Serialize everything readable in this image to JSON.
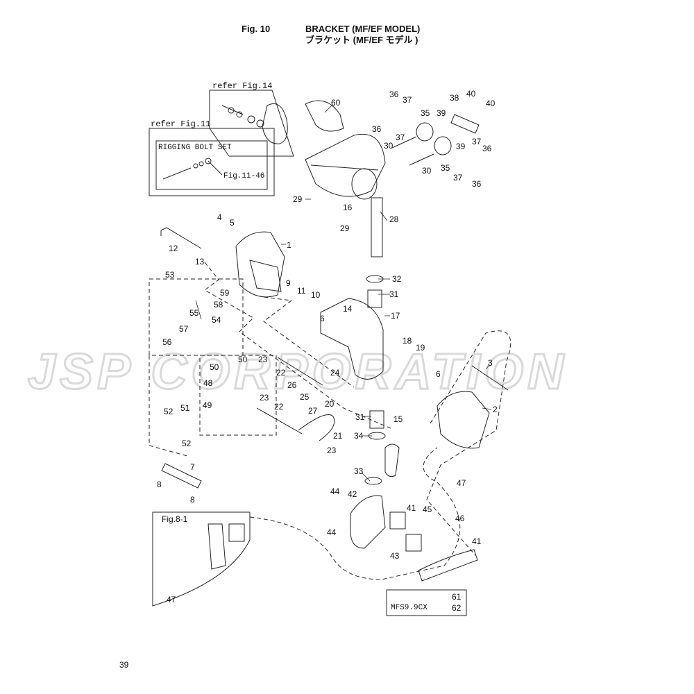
{
  "header": {
    "fig_label": "Fig. 10",
    "title": "BRACKET (MF/EF MODEL)",
    "title_jp": "ブラケット (MF/EF モデル )"
  },
  "watermark": "JSP CORPORATION",
  "page_number": "39",
  "references": {
    "fig14": "refer Fig.14",
    "fig11": "refer Fig.11",
    "rigging": "RIGGING BOLT SET",
    "fig11_46": "Fig.11-46",
    "fig8_1": "Fig.8-1",
    "variant": "MFS9.9CX"
  },
  "callouts": [
    {
      "id": "60",
      "text": "60"
    },
    {
      "id": "36a",
      "text": "36"
    },
    {
      "id": "37a",
      "text": "37"
    },
    {
      "id": "38",
      "text": "38"
    },
    {
      "id": "40a",
      "text": "40"
    },
    {
      "id": "40b",
      "text": "40"
    },
    {
      "id": "36b",
      "text": "36"
    },
    {
      "id": "35a",
      "text": "35"
    },
    {
      "id": "39a",
      "text": "39"
    },
    {
      "id": "37b",
      "text": "37"
    },
    {
      "id": "30a",
      "text": "30"
    },
    {
      "id": "39b",
      "text": "39"
    },
    {
      "id": "37c",
      "text": "37"
    },
    {
      "id": "36c",
      "text": "36"
    },
    {
      "id": "30b",
      "text": "30"
    },
    {
      "id": "35b",
      "text": "35"
    },
    {
      "id": "37d",
      "text": "37"
    },
    {
      "id": "36d",
      "text": "36"
    },
    {
      "id": "29a",
      "text": "29"
    },
    {
      "id": "16",
      "text": "16"
    },
    {
      "id": "29b",
      "text": "29"
    },
    {
      "id": "28",
      "text": "28"
    },
    {
      "id": "4",
      "text": "4"
    },
    {
      "id": "5",
      "text": "5"
    },
    {
      "id": "1",
      "text": "1"
    },
    {
      "id": "12",
      "text": "12"
    },
    {
      "id": "13",
      "text": "13"
    },
    {
      "id": "9",
      "text": "9"
    },
    {
      "id": "11",
      "text": "11"
    },
    {
      "id": "10",
      "text": "10"
    },
    {
      "id": "32",
      "text": "32"
    },
    {
      "id": "31a",
      "text": "31"
    },
    {
      "id": "53",
      "text": "53"
    },
    {
      "id": "59",
      "text": "59"
    },
    {
      "id": "58",
      "text": "58"
    },
    {
      "id": "55",
      "text": "55"
    },
    {
      "id": "54",
      "text": "54"
    },
    {
      "id": "57",
      "text": "57"
    },
    {
      "id": "56",
      "text": "56"
    },
    {
      "id": "14",
      "text": "14"
    },
    {
      "id": "17",
      "text": "17"
    },
    {
      "id": "6a",
      "text": "6"
    },
    {
      "id": "18",
      "text": "18"
    },
    {
      "id": "19",
      "text": "19"
    },
    {
      "id": "3",
      "text": "3"
    },
    {
      "id": "50a",
      "text": "50"
    },
    {
      "id": "50b",
      "text": "50"
    },
    {
      "id": "23a",
      "text": "23"
    },
    {
      "id": "22a",
      "text": "22"
    },
    {
      "id": "24",
      "text": "24"
    },
    {
      "id": "6b",
      "text": "6"
    },
    {
      "id": "48",
      "text": "48"
    },
    {
      "id": "26",
      "text": "26"
    },
    {
      "id": "25",
      "text": "25"
    },
    {
      "id": "49",
      "text": "49"
    },
    {
      "id": "23b",
      "text": "23"
    },
    {
      "id": "22b",
      "text": "22"
    },
    {
      "id": "27",
      "text": "27"
    },
    {
      "id": "20",
      "text": "20"
    },
    {
      "id": "2",
      "text": "2"
    },
    {
      "id": "15",
      "text": "15"
    },
    {
      "id": "51",
      "text": "51"
    },
    {
      "id": "52a",
      "text": "52"
    },
    {
      "id": "31b",
      "text": "31"
    },
    {
      "id": "52b",
      "text": "52"
    },
    {
      "id": "21",
      "text": "21"
    },
    {
      "id": "34",
      "text": "34"
    },
    {
      "id": "23c",
      "text": "23"
    },
    {
      "id": "7",
      "text": "7"
    },
    {
      "id": "33",
      "text": "33"
    },
    {
      "id": "8a",
      "text": "8"
    },
    {
      "id": "8b",
      "text": "8"
    },
    {
      "id": "47a",
      "text": "47"
    },
    {
      "id": "44a",
      "text": "44"
    },
    {
      "id": "42",
      "text": "42"
    },
    {
      "id": "41a",
      "text": "41"
    },
    {
      "id": "45",
      "text": "45"
    },
    {
      "id": "46",
      "text": "46"
    },
    {
      "id": "44b",
      "text": "44"
    },
    {
      "id": "41b",
      "text": "41"
    },
    {
      "id": "43",
      "text": "43"
    },
    {
      "id": "47b",
      "text": "47"
    },
    {
      "id": "61",
      "text": "61"
    },
    {
      "id": "62",
      "text": "62"
    }
  ]
}
